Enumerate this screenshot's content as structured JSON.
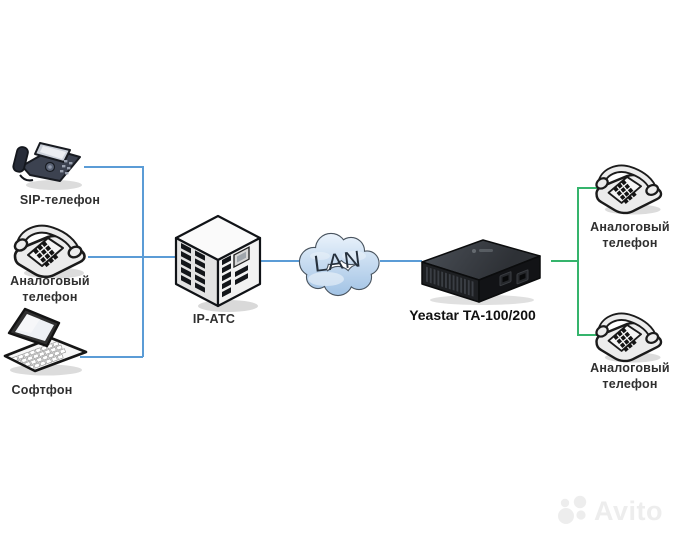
{
  "diagram": {
    "nodes": {
      "sip_phone": {
        "label": "SIP-телефон"
      },
      "analog_phone_left": {
        "label": "Аналоговый",
        "label2": "телефон"
      },
      "softphone": {
        "label": "Софтфон"
      },
      "ip_atc": {
        "label": "IP-АТС"
      },
      "lan_cloud": {
        "label": "LAN"
      },
      "yeastar_gateway": {
        "label": "Yeastar TA-100/200"
      },
      "analog_phone_right_top": {
        "label": "Аналоговый",
        "label2": "телефон"
      },
      "analog_phone_right_bottom": {
        "label": "Аналоговый",
        "label2": "телефон"
      }
    },
    "watermark": {
      "text": "Avito"
    }
  },
  "colors": {
    "lan_link": "#5b9cd6",
    "analog_link": "#35b46c",
    "label_text": "#2f2f2f"
  }
}
